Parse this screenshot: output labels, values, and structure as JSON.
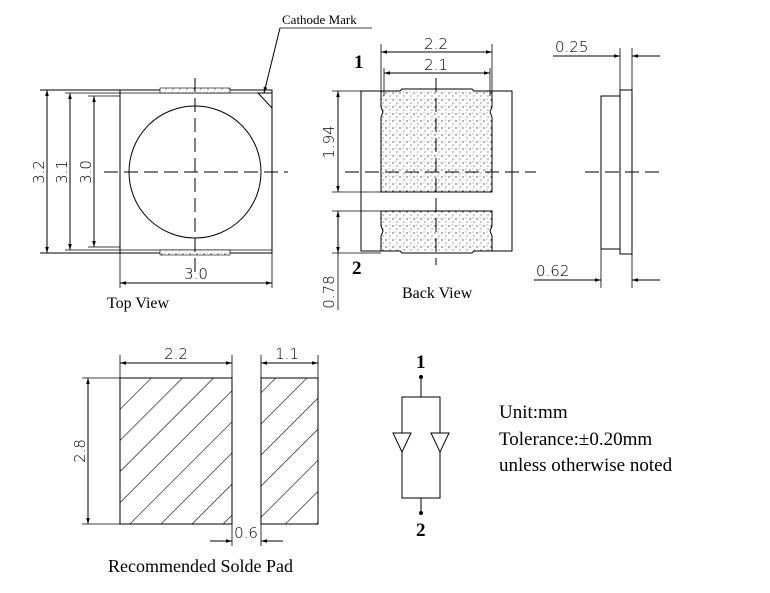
{
  "top_view": {
    "label": "Top View",
    "cathode_label": "Cathode Mark",
    "dims": {
      "height_outer": "3.2",
      "height_mid": "3.1",
      "height_inner": "3.0",
      "width": "3.0"
    }
  },
  "back_view": {
    "label": "Back View",
    "pin1": "1",
    "pin2": "2",
    "dims": {
      "width_outer": "2.2",
      "width_inner": "2.1",
      "pad1_height": "1.94",
      "pad2_height": "0.78"
    }
  },
  "side_view": {
    "dims": {
      "lens_thickness": "0.25",
      "total_thickness": "0.62"
    }
  },
  "solder_pad": {
    "label": "Recommended Solde Pad",
    "dims": {
      "big_pad_width": "2.2",
      "small_pad_width": "1.1",
      "pad_height": "2.8",
      "gap": "0.6"
    }
  },
  "schematic": {
    "pin1": "1",
    "pin2": "2"
  },
  "notes": {
    "unit": "Unit:mm",
    "tolerance": "Tolerance:±0.20mm",
    "remark": "unless otherwise noted"
  }
}
